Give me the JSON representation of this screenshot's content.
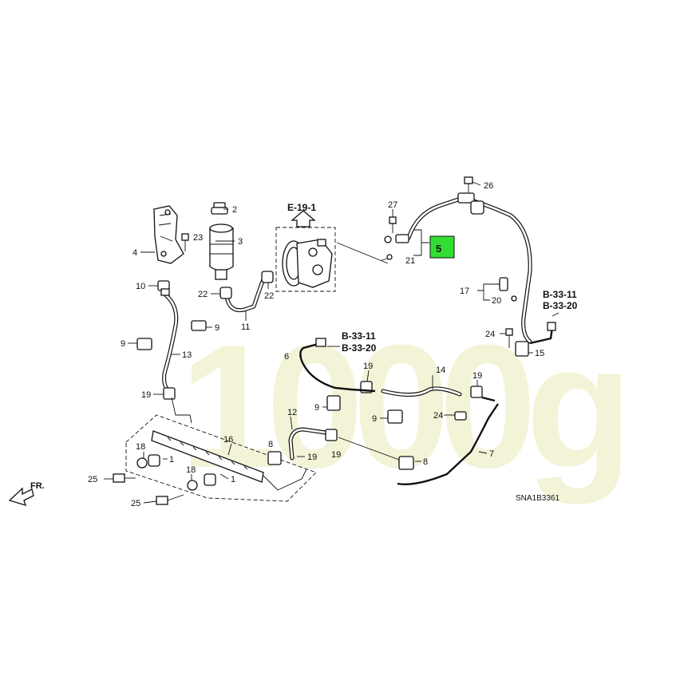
{
  "refs": {
    "e19": "E-19-1",
    "b33_11_right": "B-33-11",
    "b33_20_right": "B-33-20",
    "b33_11_center": "B-33-11",
    "b33_20_center": "B-33-20"
  },
  "callouts": {
    "n2": "2",
    "n23": "23",
    "n3": "3",
    "n4": "4",
    "n10": "10",
    "n22a": "22",
    "n22b": "22",
    "n11": "11",
    "n9a": "9",
    "n9b": "9",
    "n13": "13",
    "n19a": "19",
    "n18a": "18",
    "n1a": "1",
    "n25a": "25",
    "n16": "16",
    "n18b": "18",
    "n1b": "1",
    "n25b": "25",
    "n8a": "8",
    "n19b": "19",
    "n12": "12",
    "n19c": "19",
    "n6": "6",
    "n19d": "19",
    "n9c": "9",
    "n9d": "9",
    "n14": "14",
    "n19e": "19",
    "n24a": "24",
    "n8b": "8",
    "n7": "7",
    "n27": "27",
    "n21": "21",
    "n5": "5",
    "n26": "26",
    "n17": "17",
    "n20": "20",
    "n24b": "24",
    "n15": "15"
  },
  "code": "SNA1B3361",
  "front": "FR.",
  "watermark": "1000g",
  "highlight_color": "#33dd33"
}
